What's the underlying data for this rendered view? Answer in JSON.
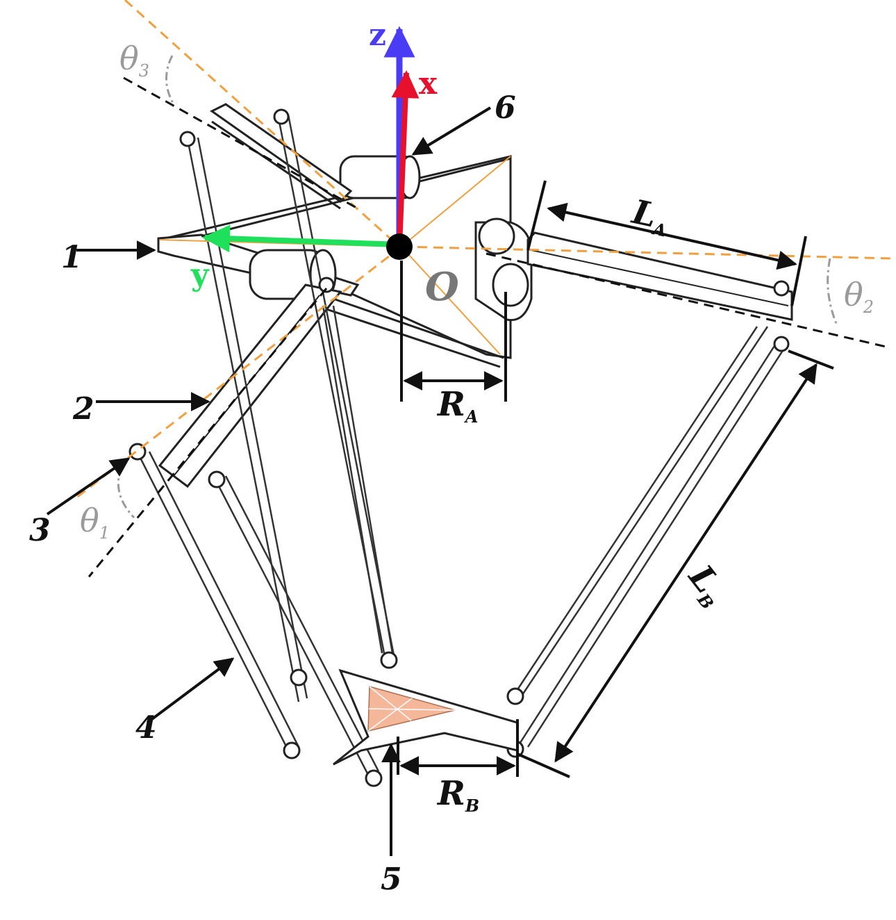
{
  "axes": {
    "z": {
      "label": "z",
      "color": "#4a3cf5"
    },
    "x": {
      "label": "x",
      "color": "#e8112d"
    },
    "y": {
      "label": "y",
      "color": "#1fe05a"
    }
  },
  "origin": {
    "label": "O"
  },
  "parts": [
    "1",
    "2",
    "3",
    "4",
    "5",
    "6"
  ],
  "angles": {
    "theta1": {
      "base": "θ",
      "sub": "1"
    },
    "theta2": {
      "base": "θ",
      "sub": "2"
    },
    "theta3": {
      "base": "θ",
      "sub": "3"
    }
  },
  "dims": {
    "LA": {
      "base": "L",
      "sub": "A"
    },
    "LB": {
      "base": "L",
      "sub": "B"
    },
    "RA": {
      "base": "R",
      "sub": "A"
    },
    "RB": {
      "base": "R",
      "sub": "B"
    }
  },
  "colors": {
    "guide_orange": "#f0a040",
    "platform_fill": "#f4b79a",
    "angle_gray": "#9a9a9a"
  }
}
